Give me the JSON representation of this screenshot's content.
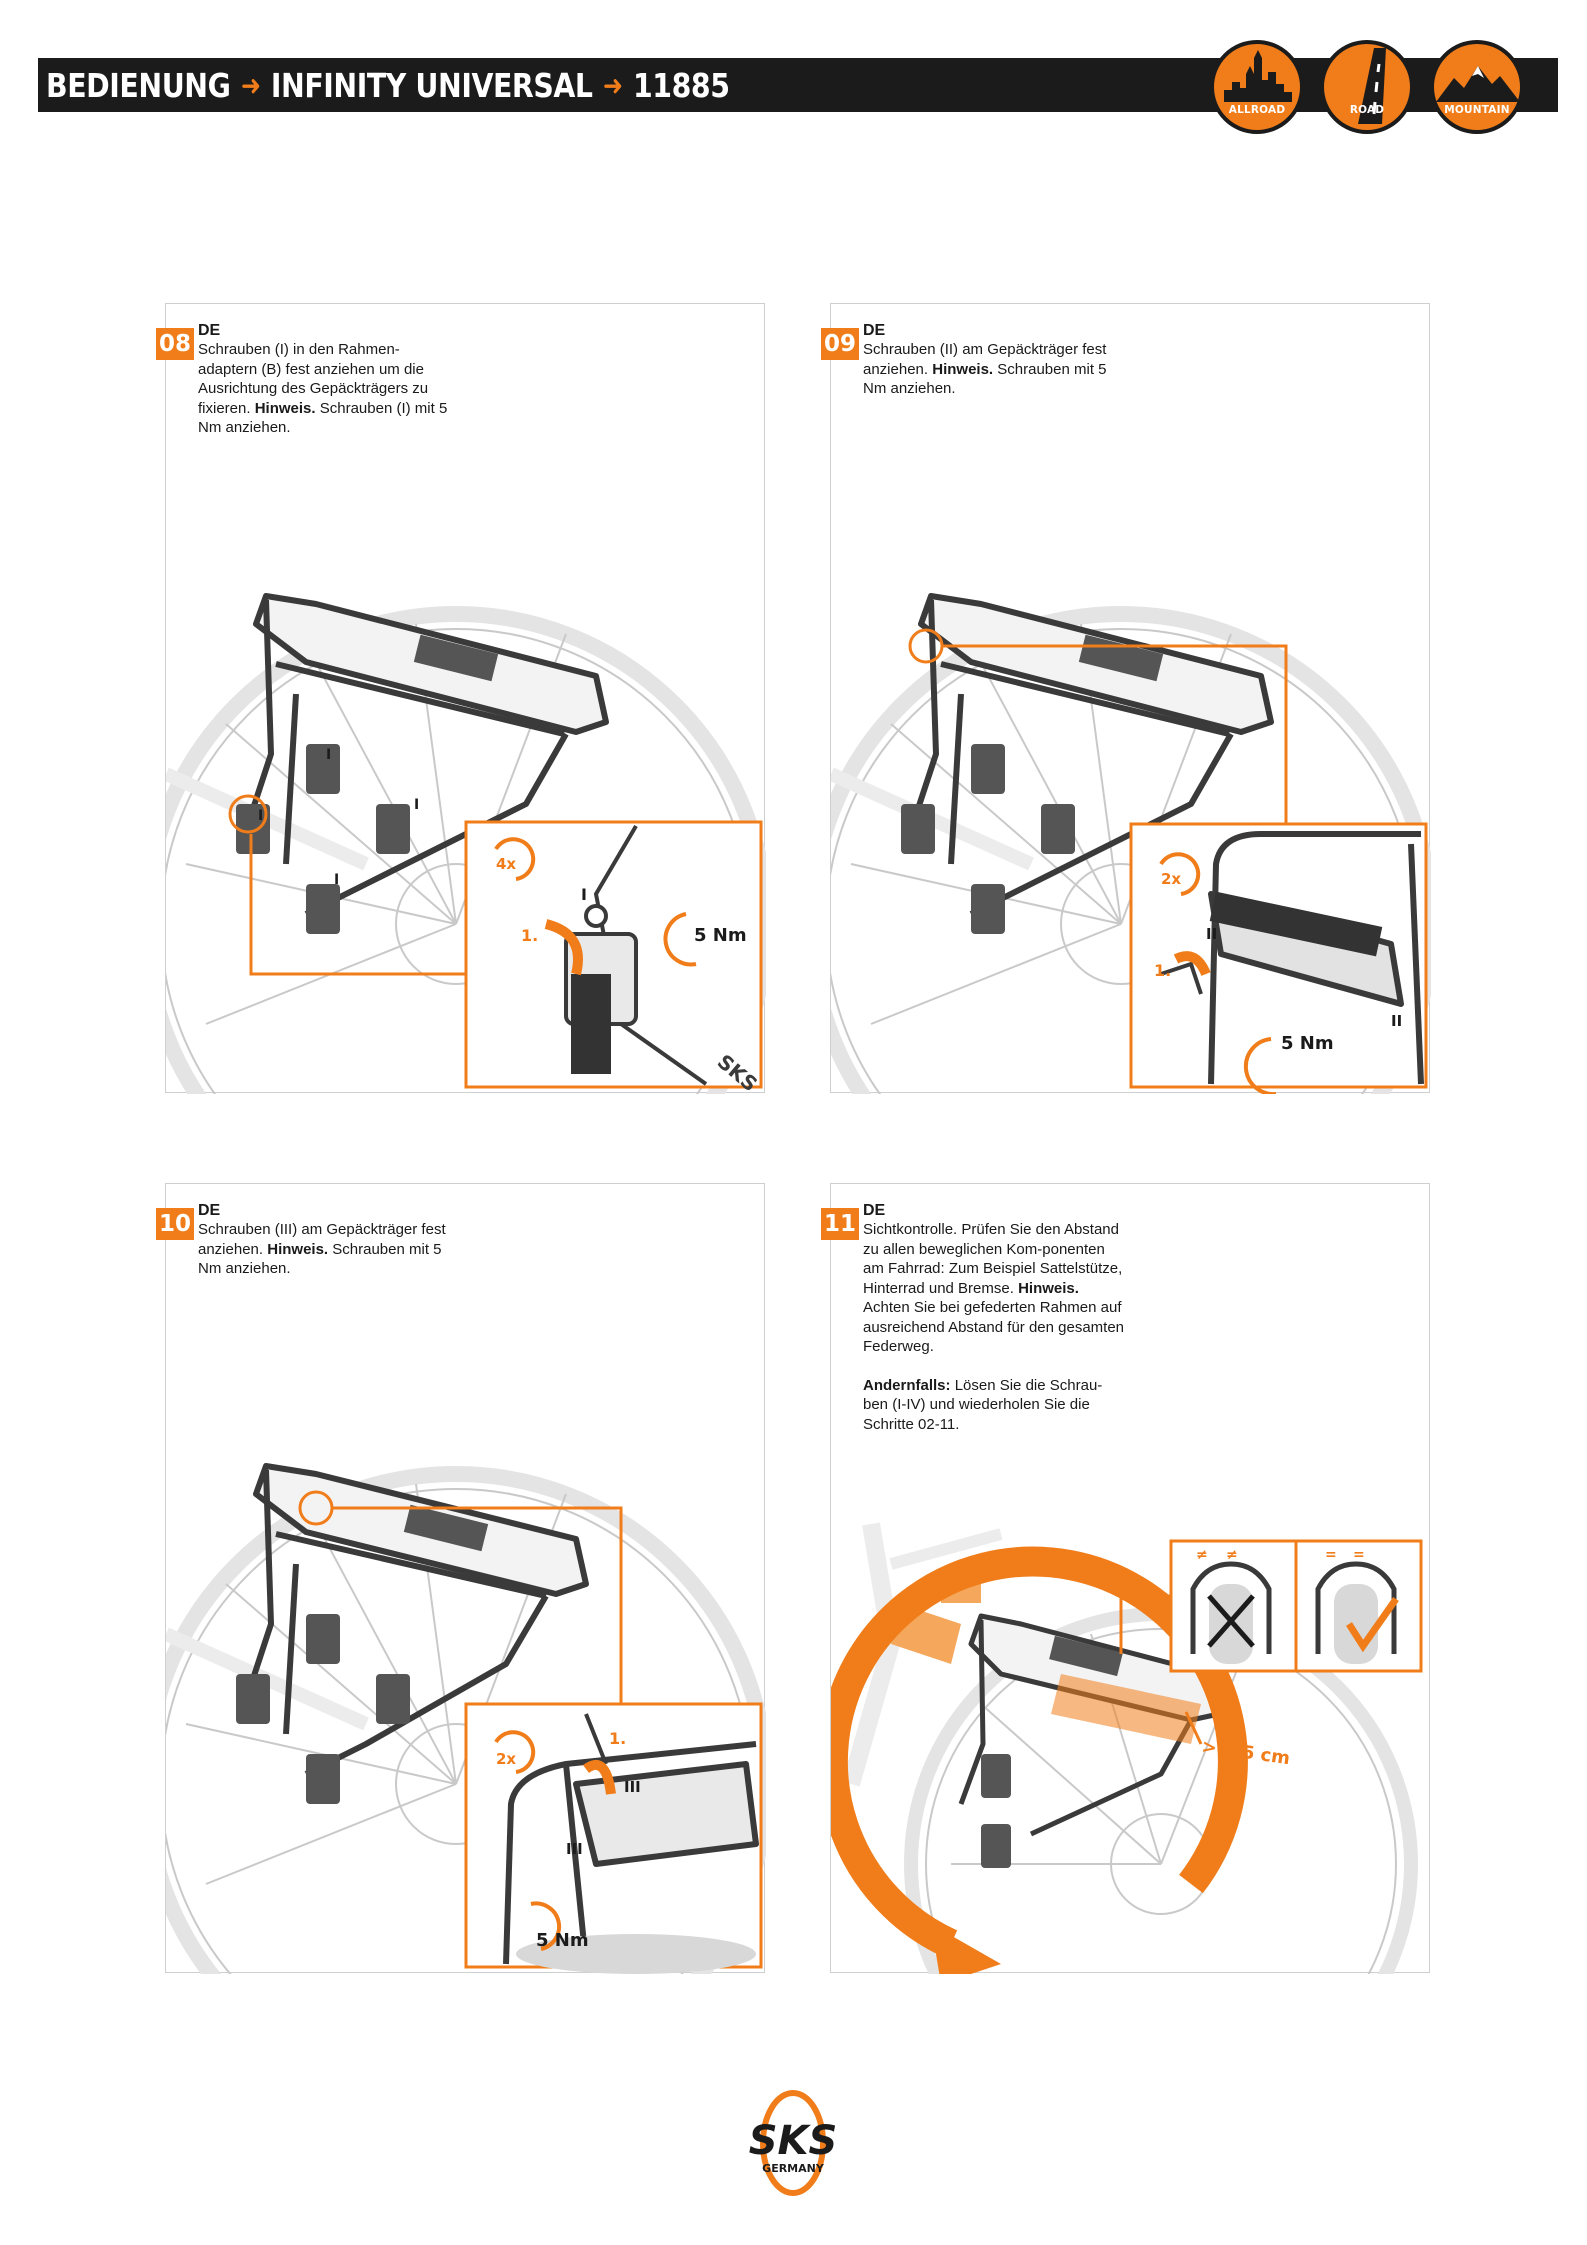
{
  "header": {
    "part1": "BEDIENUNG",
    "part2": "INFINITY UNIVERSAL",
    "part3": "11885",
    "badges": [
      {
        "label": "ALLROAD",
        "icon": "city-skyline-icon"
      },
      {
        "label": "ROAD",
        "icon": "road-icon"
      },
      {
        "label": "MOUNTAIN",
        "icon": "mountain-icon"
      }
    ]
  },
  "colors": {
    "accent": "#f07d1a",
    "dark": "#1b1b1b"
  },
  "steps": [
    {
      "number": "08",
      "lang": "DE",
      "text": "Schrauben (I) in den Rahmen-adaptern (B) fest anziehen um die Ausrichtung des Gepäckträgers zu fixieren.",
      "hint_label": "Hinweis.",
      "hint_text": "Schrauben (I) mit 5 Nm anziehen.",
      "callouts": {
        "count": "4x",
        "step": "1.",
        "torque": "5 Nm",
        "screw": "I",
        "brand": "SKS"
      }
    },
    {
      "number": "09",
      "lang": "DE",
      "text": "Schrauben (II) am Gepäckträger fest anziehen.",
      "hint_label": "Hinweis.",
      "hint_text": "Schrauben mit 5 Nm anziehen.",
      "callouts": {
        "count": "2x",
        "step": "1.",
        "torque": "5 Nm",
        "screw": "II"
      }
    },
    {
      "number": "10",
      "lang": "DE",
      "text": "Schrauben (III) am Gepäckträger fest anziehen.",
      "hint_label": "Hinweis.",
      "hint_text": "Schrauben mit 5 Nm anziehen.",
      "callouts": {
        "count": "2x",
        "step": "1.",
        "torque": "5 Nm",
        "screw": "III"
      }
    },
    {
      "number": "11",
      "lang": "DE",
      "text": "Sichtkontrolle. Prüfen Sie den Abstand zu allen beweglichen Kom-ponenten am Fahrrad: Zum Beispiel Sattelstütze, Hinterrad und Bremse.",
      "hint_label": "Hinweis.",
      "hint_text": "Achten Sie bei gefederten Rahmen auf ausreichend Abstand für den gesamten Federweg.",
      "else_label": "Andernfalls:",
      "else_text": "Lösen Sie die Schrau-ben (I-IV) und wiederholen Sie die Schritte 02-11.",
      "callouts": {
        "clearance": "> 1,5 cm",
        "not_equal": "≠",
        "equal": "="
      }
    }
  ],
  "footer": {
    "brand": "SKS",
    "sub": "GERMANY"
  }
}
